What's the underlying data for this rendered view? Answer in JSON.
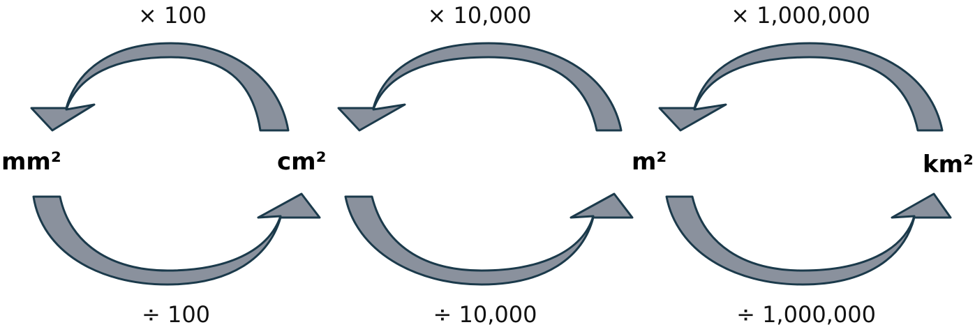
{
  "units": [
    "mm²",
    "cm²",
    "m²",
    "km²"
  ],
  "multiply_labels": [
    "× 100",
    "× 10,000",
    "× 1,000,000"
  ],
  "divide_labels": [
    "÷ 100",
    "÷ 10,000",
    "÷ 1,000,000"
  ],
  "colors": {
    "arrow_fill": "#8a919d",
    "arrow_stroke": "#1b3a4b",
    "text": "#000000"
  }
}
